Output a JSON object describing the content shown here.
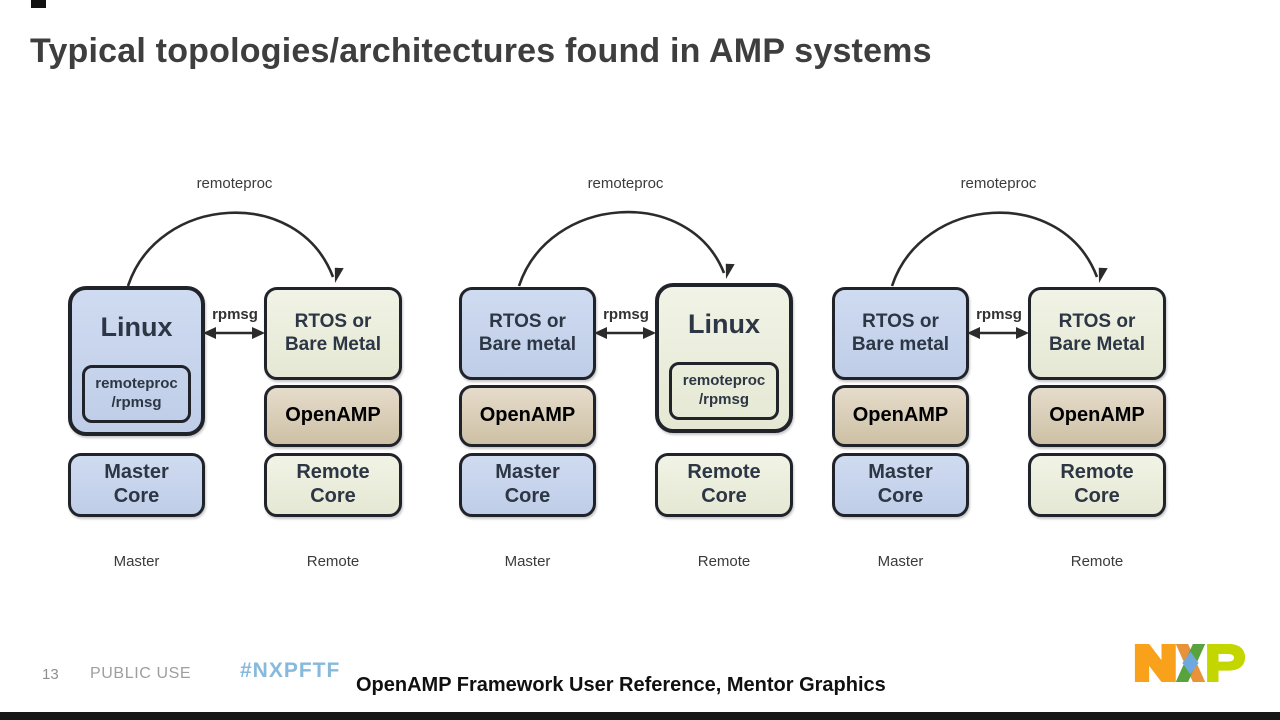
{
  "title": "Typical topologies/architectures found in AMP systems",
  "colors": {
    "master_box_blue": "#c6d4eb",
    "remote_box_cream": "#eceedd",
    "openamp_box_tan": "#d9cdb7",
    "box_border": "#20242a",
    "title_text": "#3e3e3e",
    "hashtag_blue": "#86b9dc",
    "nxp_orange": "#f9a11b",
    "nxp_blue": "#6fa8dc",
    "nxp_green": "#59a33e",
    "nxp_lime": "#c3d600"
  },
  "panels": [
    {
      "arc_label": "remoteproc",
      "bus_label": "rpmsg",
      "master": {
        "os": "Linux",
        "nested_line1": "remoteproc",
        "nested_line2": "/rpmsg",
        "core": "Master Core"
      },
      "remote": {
        "os": "RTOS or Bare Metal",
        "middleware": "OpenAMP",
        "core": "Remote Core"
      },
      "master_caption": "Master",
      "remote_caption": "Remote"
    },
    {
      "arc_label": "remoteproc",
      "bus_label": "rpmsg",
      "master": {
        "os": "RTOS or Bare metal",
        "middleware": "OpenAMP",
        "core": "Master Core"
      },
      "remote": {
        "os": "Linux",
        "nested_line1": "remoteproc",
        "nested_line2": "/rpmsg",
        "core": "Remote Core"
      },
      "master_caption": "Master",
      "remote_caption": "Remote"
    },
    {
      "arc_label": "remoteproc",
      "bus_label": "rpmsg",
      "master": {
        "os": "RTOS or Bare metal",
        "middleware": "OpenAMP",
        "core": "Master Core"
      },
      "remote": {
        "os": "RTOS or Bare Metal",
        "middleware": "OpenAMP",
        "core": "Remote Core"
      },
      "master_caption": "Master",
      "remote_caption": "Remote"
    }
  ],
  "footer": {
    "page_number": "13",
    "classification": "PUBLIC USE",
    "hashtag": "#NXPFTF",
    "caption": "OpenAMP Framework User Reference, Mentor Graphics",
    "logo_text": "NXP"
  }
}
